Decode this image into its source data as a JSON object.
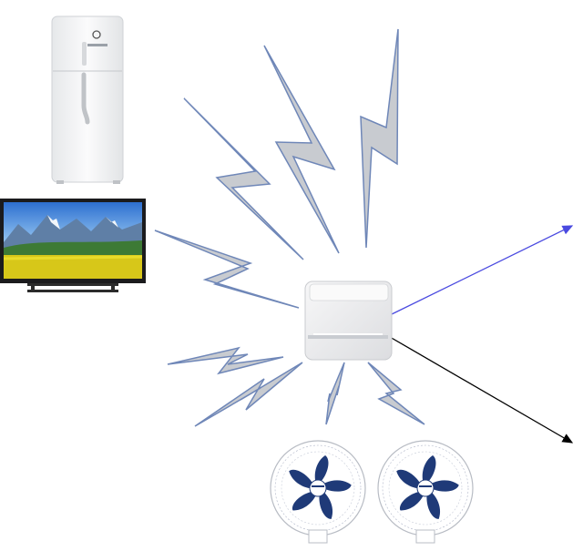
{
  "diagram": {
    "background": "#ffffff",
    "colors": {
      "bolt_fill": "#c8cbd0",
      "bolt_stroke": "#6f87b8",
      "blue_arrow": "#4a4ae0",
      "black_arrow": "#000000",
      "fan_blue": "#1f3a78",
      "appliance_white": "#f4f5f6"
    },
    "devices": [
      {
        "id": "refrigerator",
        "icon": "refrigerator-icon"
      },
      {
        "id": "television",
        "icon": "television-icon"
      },
      {
        "id": "gateway",
        "icon": "router-box-icon"
      },
      {
        "id": "fan-1",
        "icon": "wall-fan-icon"
      },
      {
        "id": "fan-2",
        "icon": "wall-fan-icon"
      }
    ],
    "wireless_links": [
      {
        "from": "gateway",
        "to": "refrigerator-region",
        "icon": "lightning-bolt-icon"
      },
      {
        "from": "gateway",
        "to": "upper-region",
        "icon": "lightning-bolt-icon"
      },
      {
        "from": "gateway",
        "to": "upper-right-region",
        "icon": "lightning-bolt-icon"
      },
      {
        "from": "gateway",
        "to": "television",
        "icon": "lightning-bolt-icon"
      },
      {
        "from": "gateway",
        "to": "lower-left-region",
        "icon": "lightning-bolt-icon"
      },
      {
        "from": "gateway",
        "to": "lower-left-region",
        "icon": "lightning-bolt-icon"
      },
      {
        "from": "gateway",
        "to": "fans",
        "icon": "lightning-bolt-icon"
      },
      {
        "from": "gateway",
        "to": "fans",
        "icon": "lightning-bolt-icon"
      }
    ],
    "arrows": [
      {
        "from": "gateway",
        "direction": "up-right",
        "color": "blue"
      },
      {
        "from": "gateway",
        "direction": "down-right",
        "color": "black"
      }
    ]
  }
}
